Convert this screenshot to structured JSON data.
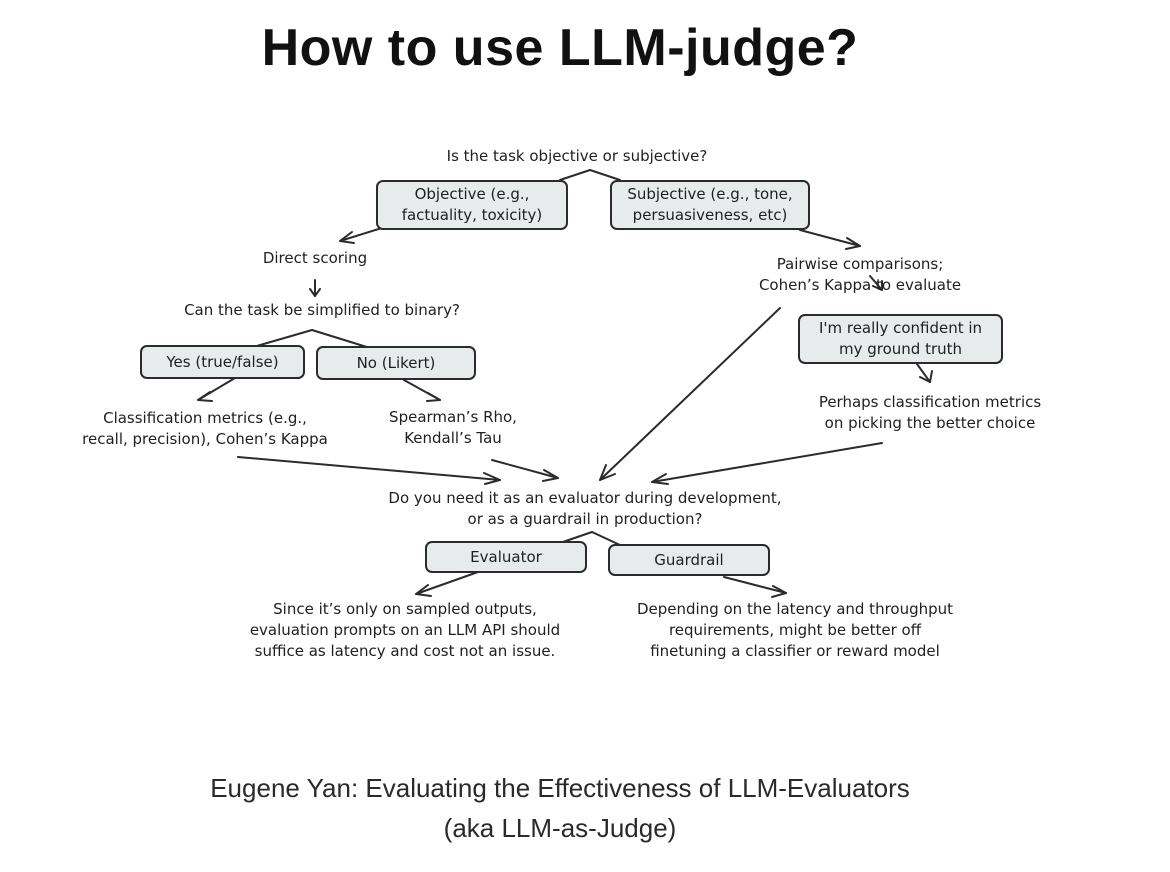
{
  "title": "How to use LLM-judge?",
  "nodes": {
    "q_task": "Is the task objective or subjective?",
    "objective": [
      "Objective (e.g.,",
      "factuality, toxicity)"
    ],
    "subjective": [
      "Subjective (e.g., tone,",
      "persuasiveness, etc)"
    ],
    "direct_scoring": "Direct scoring",
    "pairwise": [
      "Pairwise comparisons;",
      "Cohen’s Kappa to evaluate"
    ],
    "q_binary": "Can the task be simplified to binary?",
    "confident": [
      "I'm really confident in",
      "my ground truth"
    ],
    "yes": "Yes (true/false)",
    "no": "No (Likert)",
    "classification": [
      "Classification metrics (e.g.,",
      "recall, precision), Cohen’s Kappa"
    ],
    "spearman": [
      "Spearman’s Rho,",
      "Kendall’s Tau"
    ],
    "perhaps": [
      "Perhaps classification metrics",
      "on picking the better choice"
    ],
    "q_usage": [
      "Do you need it as an evaluator during development,",
      "or as a guardrail in production?"
    ],
    "evaluator": "Evaluator",
    "guardrail": "Guardrail",
    "evaluator_note": [
      "Since it’s only on sampled outputs,",
      "evaluation prompts on an LLM API should",
      "suffice as latency and cost not an issue."
    ],
    "guardrail_note": [
      "Depending on the latency and throughput",
      "requirements, might be better off",
      "finetuning a classifier or reward model"
    ]
  },
  "caption": [
    "Eugene Yan: Evaluating the Effectiveness of LLM-Evaluators",
    "(aka LLM-as-Judge)"
  ],
  "colors": {
    "box_fill": "#e7ebec",
    "stroke": "#2b2b2b"
  }
}
